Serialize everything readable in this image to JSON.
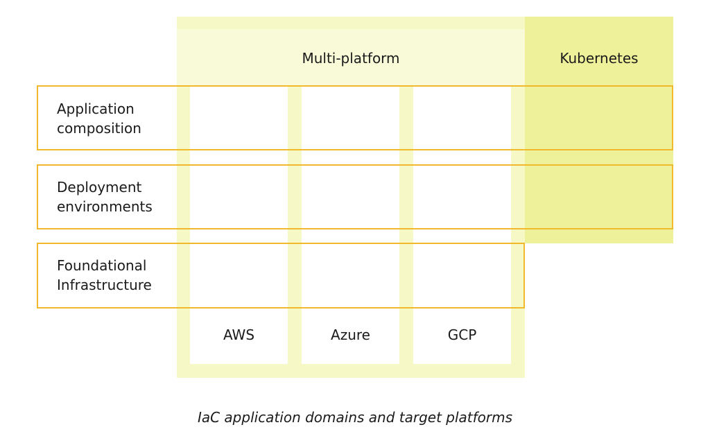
{
  "headers": {
    "multi_platform": "Multi-platform",
    "kubernetes": "Kubernetes"
  },
  "rows": [
    {
      "line1": "Application",
      "line2": "composition"
    },
    {
      "line1": "Deployment",
      "line2": "environments"
    },
    {
      "line1": "Foundational",
      "line2": "Infrastructure"
    }
  ],
  "columns": [
    "AWS",
    "Azure",
    "GCP"
  ],
  "caption": "IaC application domains and target platforms",
  "colors": {
    "row_border": "#f0b92b",
    "multi_platform_fill": "#f6f8c6",
    "kubernetes_fill": "#eef19a"
  }
}
